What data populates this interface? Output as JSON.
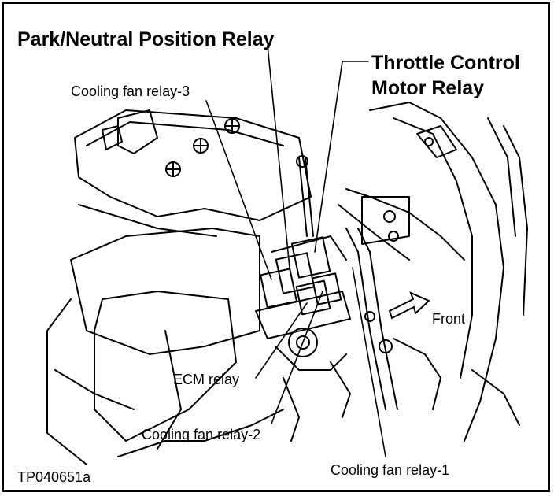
{
  "labels": {
    "park_neutral": "Park/Neutral Position Relay",
    "throttle_line1": "Throttle Control",
    "throttle_line2": "Motor Relay",
    "cooling_fan_3": "Cooling fan relay-3",
    "front": "Front",
    "ecm_relay": "ECM relay",
    "cooling_fan_2": "Cooling fan relay-2",
    "cooling_fan_1": "Cooling fan relay-1",
    "figure_id": "TP040651a"
  },
  "colors": {
    "ink": "#000000",
    "background": "#ffffff"
  }
}
